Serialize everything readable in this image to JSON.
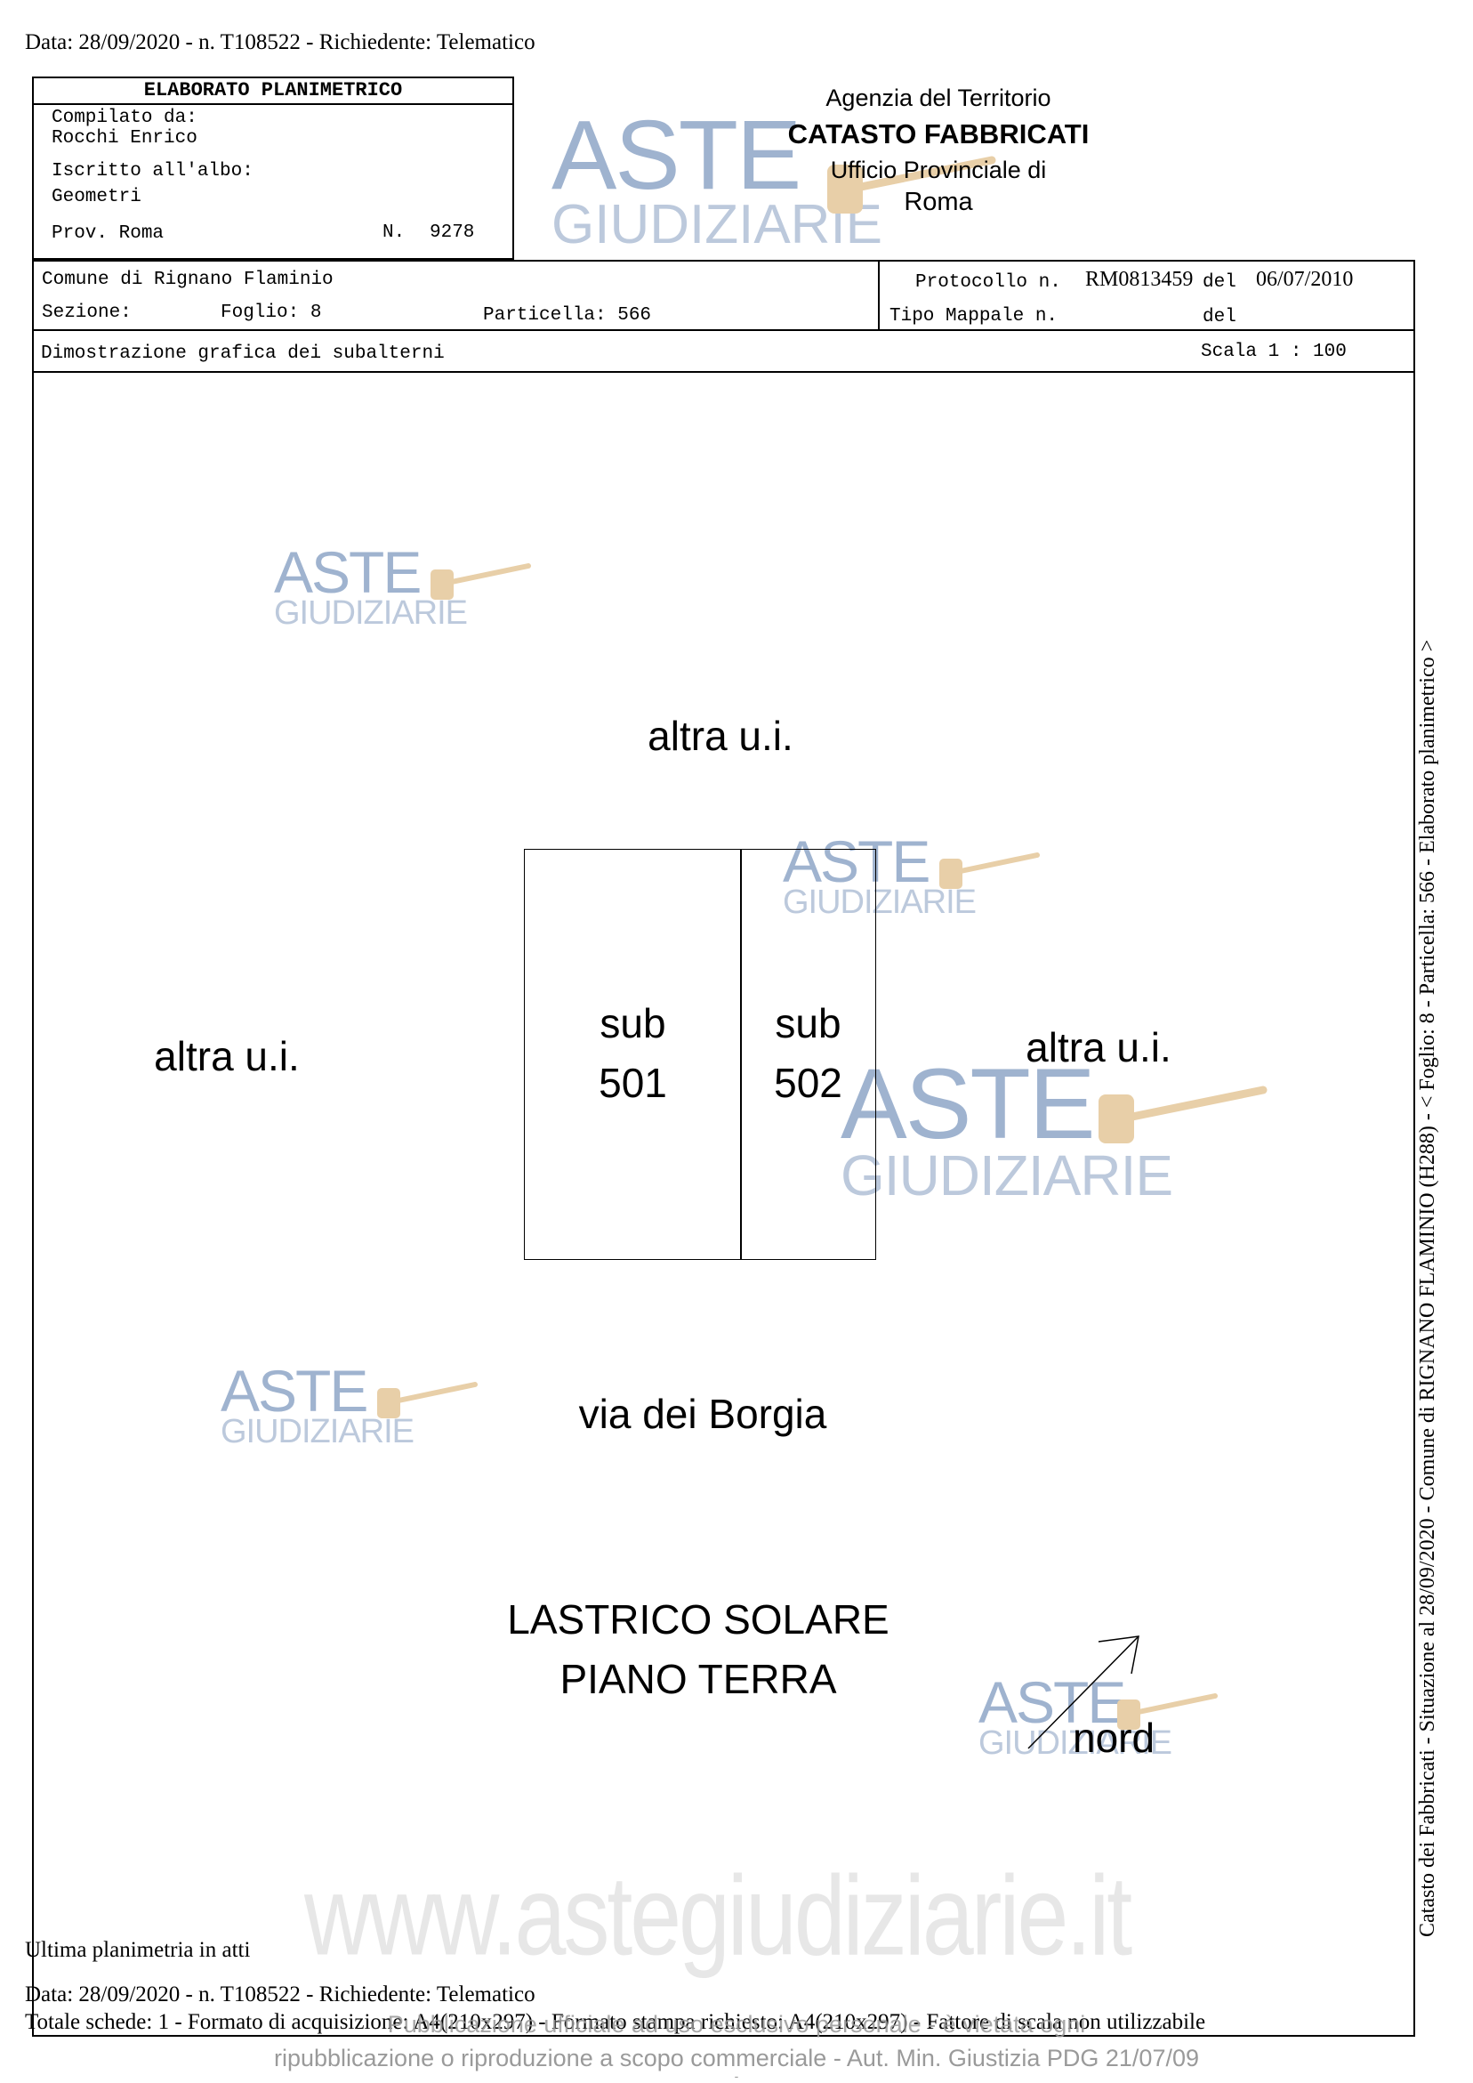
{
  "header": {
    "top_line": "Data: 28/09/2020 - n. T108522 - Richiedente: Telematico"
  },
  "left_box": {
    "title": "ELABORATO PLANIMETRICO",
    "compiled_label": "Compilato da:",
    "compiled_name": "Rocchi Enrico",
    "albo_label": "Iscritto all'albo:",
    "albo_value": "Geometri",
    "prov": "Prov. Roma",
    "number_label": "N.",
    "number_value": "9278"
  },
  "agency": {
    "line1": "Agenzia del Territorio",
    "line2": "CATASTO FABBRICATI",
    "line3": "Ufficio Provinciale di",
    "line4": "Roma"
  },
  "info": {
    "comune": "Comune di Rignano Flaminio",
    "sezione_label": "Sezione:",
    "foglio": "Foglio: 8",
    "particella": "Particella: 566",
    "protocollo_label": "Protocollo n.",
    "protocollo_value": "RM0813459",
    "del_label": "del",
    "protocollo_date": "06/07/2010",
    "tipo_mappale_label": "Tipo Mappale n.",
    "del2_label": "del"
  },
  "subtitle": {
    "left": "Dimostrazione grafica dei subalterni",
    "scale": "Scala 1 : 100"
  },
  "plan": {
    "top_label": "altra u.i.",
    "left_label": "altra u.i.",
    "right_label": "altra u.i.",
    "sub1_line1": "sub",
    "sub1_line2": "501",
    "sub2_line1": "sub",
    "sub2_line2": "502",
    "street": "via dei Borgia",
    "floor_line1": "LASTRICO SOLARE",
    "floor_line2": "PIANO TERRA",
    "north": "nord"
  },
  "side_text": "Catasto dei Fabbricati - Situazione al 28/09/2020 - Comune di RIGNANO FLAMINIO (H288) - < Foglio: 8 - Particella: 566 - Elaborato planimetrico >",
  "footer": {
    "last_plan": "Ultima planimetria in atti",
    "data_line": "Data: 28/09/2020 - n. T108522 - Richiedente: Telematico",
    "totale_line": "Totale schede: 1 - Formato di acquisizione: A4(210x297) - Formato stampa richiesto: A4(210x297) - Fattore di scala non utilizzabile",
    "overlay_line1": "Pubblicazione ufficiale ad uso esclusivo personale - è vietata ogni",
    "overlay_line2": "ripubblicazione o riproduzione a scopo commerciale - Aut. Min. Giustizia PDG 21/07/09",
    "dash": "-"
  },
  "watermark": {
    "word1": "ASTE",
    "word2": "GIUDIZIARIE",
    "url": "www.astegiudiziarie.it",
    "color": "#9fb3cf"
  }
}
